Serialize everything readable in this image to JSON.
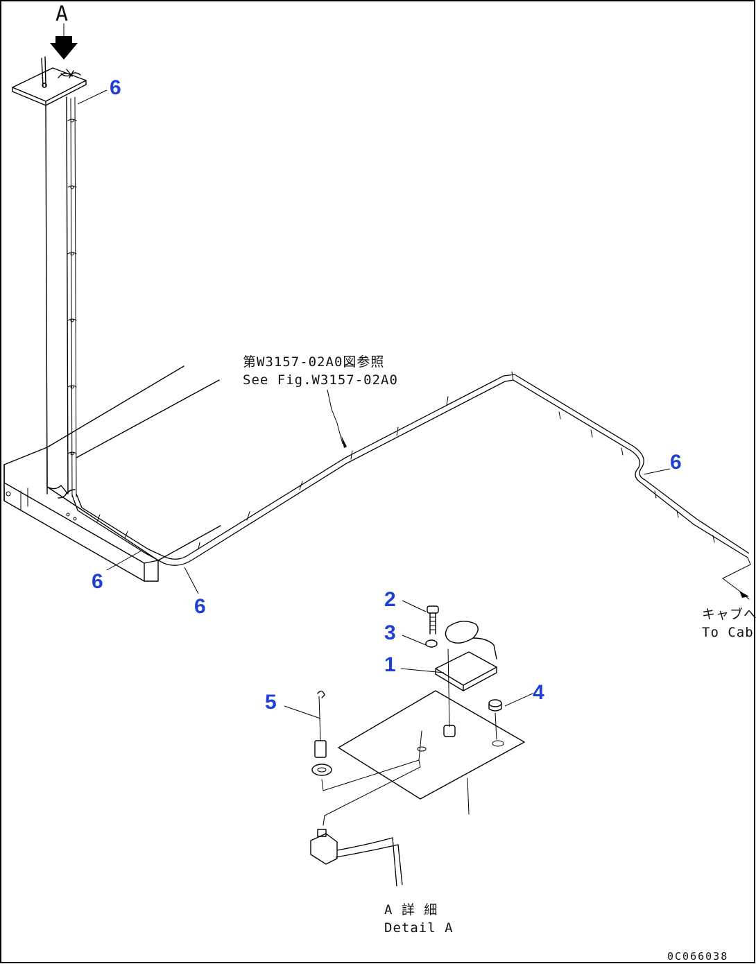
{
  "diagram": {
    "view_marker": "A",
    "callouts": {
      "top_column": "6",
      "right_hose": "6",
      "lower_left": "6",
      "lower_mid": "6",
      "part_2": "2",
      "part_3": "3",
      "part_1": "1",
      "part_4": "4",
      "part_5": "5"
    },
    "notes": {
      "see_fig_jp": "第W3157-02A0図参照",
      "see_fig_en": "See Fig.W3157-02A0",
      "to_cab_jp": "キャブへ",
      "to_cab_en": "To Cab",
      "detail_jp": "A 詳 細",
      "detail_en": "Detail A"
    },
    "drawing_code": "0C066038"
  }
}
